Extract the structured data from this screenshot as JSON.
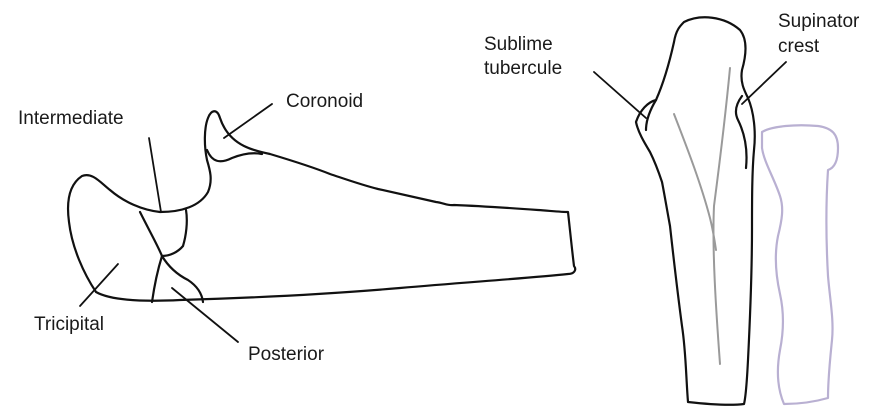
{
  "labels": {
    "intermediate": "Intermediate",
    "coronoid": "Coronoid",
    "tricipital": "Tricipital",
    "posterior": "Posterior",
    "sublime_line1": "Sublime",
    "sublime_line2": "tubercule",
    "supinator_line1": "Supinator",
    "supinator_line2": "crest"
  },
  "colors": {
    "outline": "#111111",
    "ghost_outline": "#b9b0d2",
    "ridge": "#9a9a9a"
  }
}
